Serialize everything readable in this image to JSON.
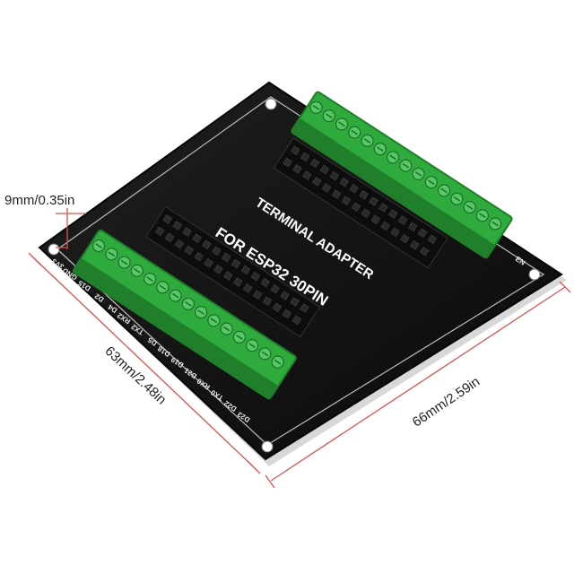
{
  "dimensions": {
    "height_mark": "9mm/0.35in",
    "depth": "63mm/2.48in",
    "width": "66mm/2.59in"
  },
  "board": {
    "title_line1": "TERMINAL  ADAPTER",
    "title_line2": "FOR ESP32 30PIN",
    "left_pin_labels": [
      "3V3",
      "GND",
      "D15",
      "D2",
      "D4",
      "RX2",
      "TX2",
      "D5",
      "D18",
      "D19",
      "D21",
      "RX0",
      "TX0",
      "D22",
      "D23"
    ],
    "right_corner_label": "EN"
  },
  "colors": {
    "pcb": "#141414",
    "terminal": "#2faa3c",
    "terminal_dark": "#1f7f2a",
    "dimension_line": "#d9534f"
  }
}
